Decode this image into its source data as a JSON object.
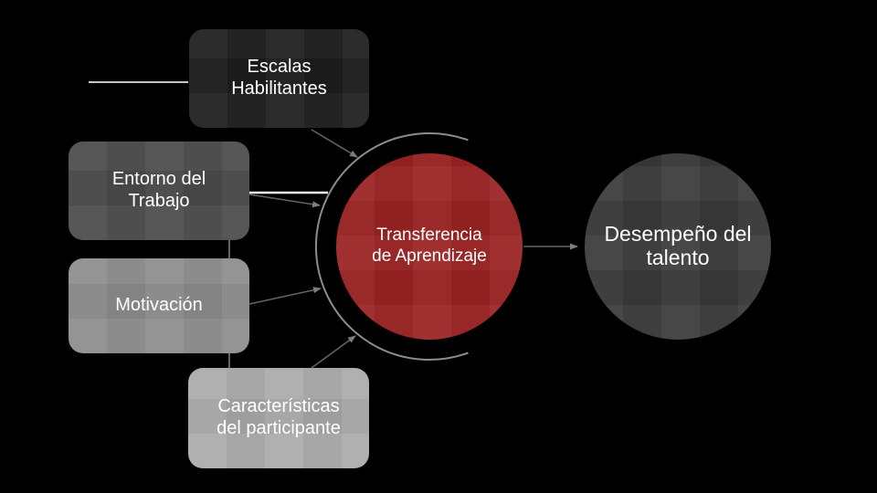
{
  "slide": {
    "background_color": "#000000",
    "nodes": [
      {
        "id": "escalas-habilitantes",
        "shape": "rounded-box",
        "color": "#1d1d1d",
        "text_color": "#ffffff",
        "lines": [
          "Escalas",
          "Habilitantes"
        ]
      },
      {
        "id": "entorno-del-trabajo",
        "shape": "rounded-box",
        "color": "#4b4b4b",
        "text_color": "#ffffff",
        "lines": [
          "Entorno del",
          "Trabajo"
        ]
      },
      {
        "id": "motivacion",
        "shape": "rounded-box",
        "color": "#8d8d8d",
        "text_color": "#ffffff",
        "lines": [
          "Motivación"
        ]
      },
      {
        "id": "caracteristicas-del-participante",
        "shape": "rounded-box",
        "color": "#aaaaaa",
        "text_color": "#ffffff",
        "lines": [
          "Características",
          "del participante"
        ]
      },
      {
        "id": "transferencia-de-aprendizaje",
        "shape": "circle",
        "color": "#9b2222",
        "text_color": "#ffffff",
        "lines": [
          "Transferencia",
          "de Aprendizaje"
        ]
      },
      {
        "id": "desempeno-del-talento",
        "shape": "circle",
        "color": "#3a3a3a",
        "text_color": "#ffffff",
        "lines": [
          "Desempeño del",
          "talento"
        ]
      }
    ],
    "connectors": {
      "arc_color": "#8c8c8c",
      "arrow_line_color": "#636363",
      "arrowhead_color": "#7d7d7d",
      "white_line_color": "#f2f2f2",
      "left_line_color": "#c6c6c6",
      "items": [
        {
          "from": "escalas-habilitantes",
          "to": "transferencia-de-aprendizaje",
          "type": "arrow"
        },
        {
          "from": "entorno-del-trabajo",
          "to": "transferencia-de-aprendizaje",
          "type": "arrow"
        },
        {
          "from": "motivacion",
          "to": "transferencia-de-aprendizaje",
          "type": "arrow"
        },
        {
          "from": "caracteristicas-del-participante",
          "to": "transferencia-de-aprendizaje",
          "type": "arrow"
        },
        {
          "from": "transferencia-de-aprendizaje",
          "to": "desempeno-del-talento",
          "type": "arrow"
        },
        {
          "from": "entorno-del-trabajo",
          "to": "motivacion",
          "type": "line"
        },
        {
          "from": "motivacion",
          "to": "caracteristicas-del-participante",
          "type": "line"
        }
      ]
    }
  }
}
